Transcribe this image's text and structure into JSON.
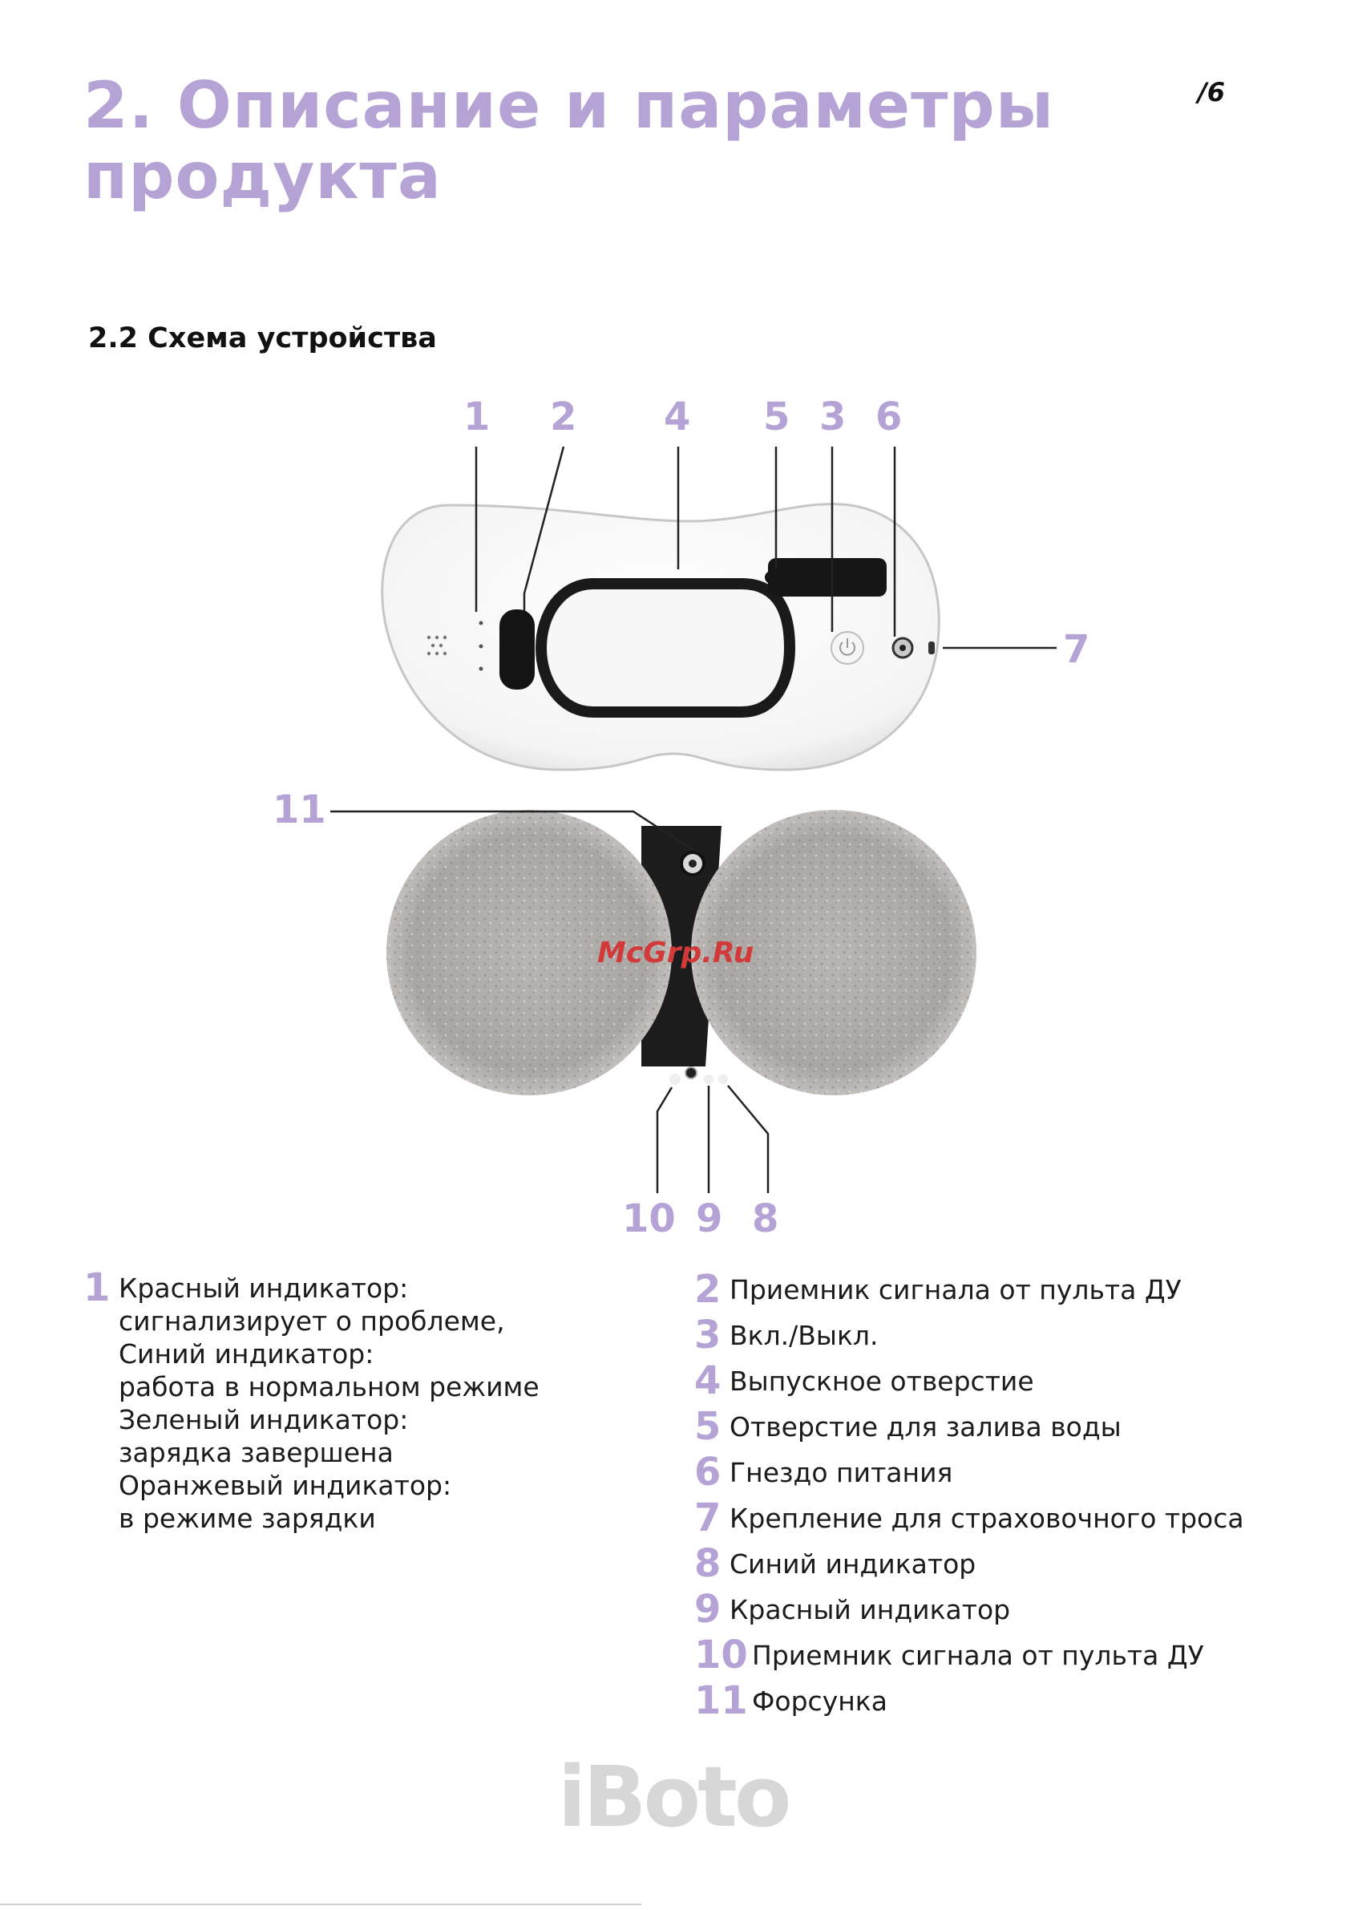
{
  "page": {
    "title_lines": [
      "2. Описание и параметры",
      "продукта"
    ],
    "page_number": "/6",
    "section_title": "2.2 Схема устройства"
  },
  "diagram": {
    "top_callouts": [
      "1",
      "2",
      "4",
      "5",
      "3",
      "6"
    ],
    "side_callout_right": "7",
    "side_callout_left": "11",
    "bottom_callouts": [
      "10",
      "9",
      "8"
    ],
    "watermark": "McGrp.Ru"
  },
  "legend_left": {
    "number": "1",
    "lines": [
      "Красный индикатор:",
      "сигнализирует о проблеме,",
      "Синий индикатор:",
      "работа в нормальном режиме",
      "Зеленый индикатор:",
      "зарядка завершена",
      "Оранжевый индикатор:",
      "в режиме зарядки"
    ]
  },
  "legend_right": [
    {
      "number": "2",
      "text": "Приемник сигнала от пульта ДУ"
    },
    {
      "number": "3",
      "text": "Вкл./Выкл."
    },
    {
      "number": "4",
      "text": "Выпускное отверстие"
    },
    {
      "number": "5",
      "text": "Отверстие для залива воды"
    },
    {
      "number": "6",
      "text": "Гнездо питания"
    },
    {
      "number": "7",
      "text": "Крепление для страховочного троса"
    },
    {
      "number": "8",
      "text": "Синий индикатор"
    },
    {
      "number": "9",
      "text": "Красный индикатор"
    },
    {
      "number": "10",
      "text": "Приемник сигнала от пульта ДУ"
    },
    {
      "number": "11",
      "text": "Форсунка"
    }
  ],
  "footer": {
    "logo": "iBoto"
  },
  "colors": {
    "accent": "#b6a3d6",
    "text": "#1b1b1b",
    "watermark": "#d23a3a"
  }
}
